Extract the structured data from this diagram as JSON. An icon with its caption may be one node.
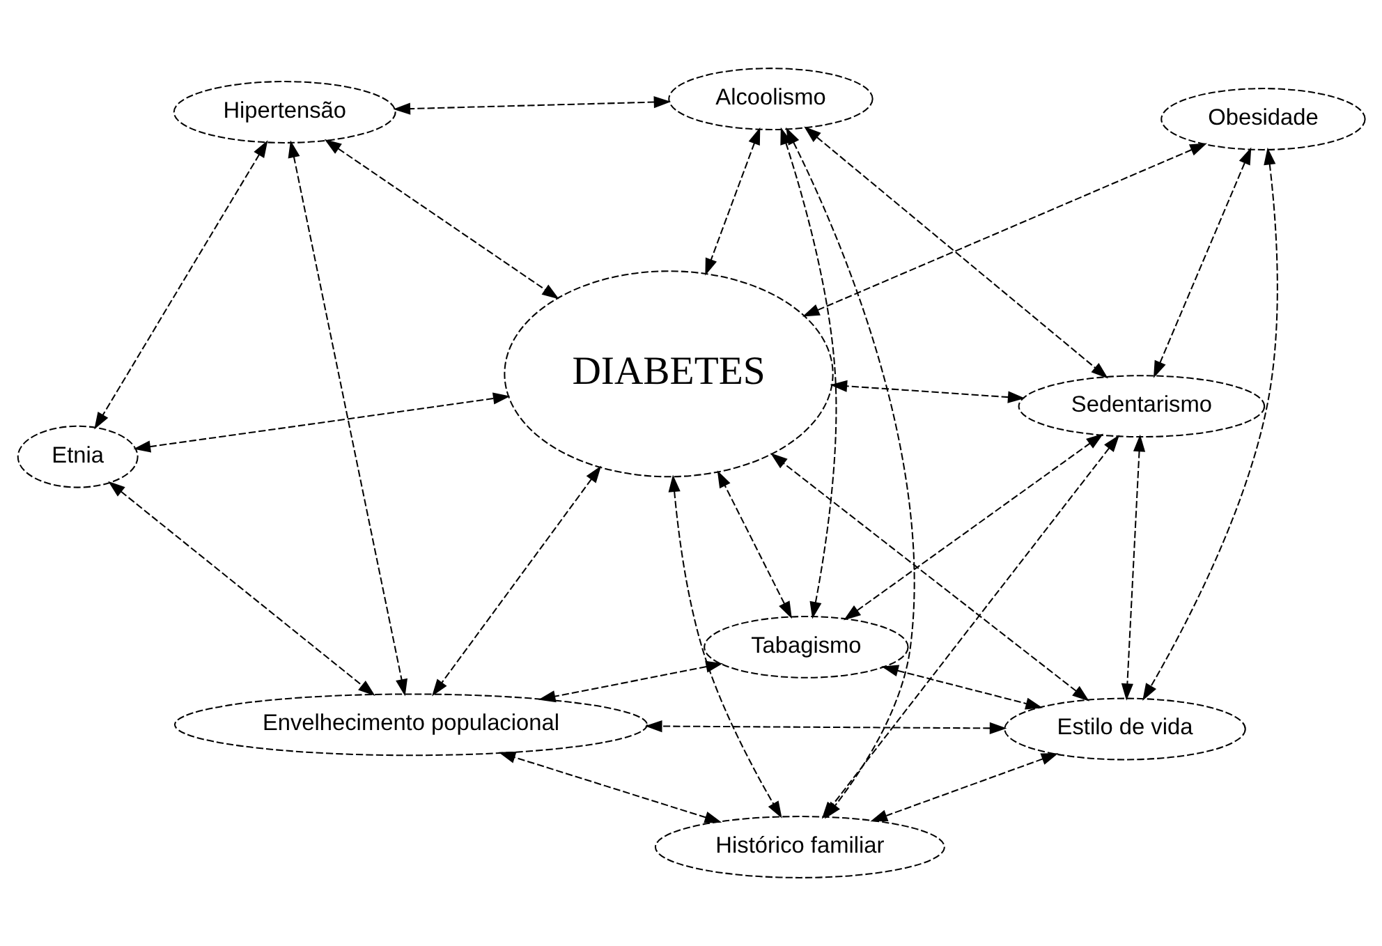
{
  "diagram": {
    "nodes": [
      {
        "text": [
          "Tabagismo"
        ]
      },
      {
        "text": [
          "Alcoolismo"
        ]
      },
      {
        "text": [
          "Sedentarismo"
        ]
      },
      {
        "text": [
          "Hipertensão"
        ]
      },
      {
        "text": [
          "Obesidade"
        ]
      },
      {
        "text": [
          "DIABETES"
        ]
      },
      {
        "text": [
          "Etnia"
        ]
      },
      {
        "text": [
          "Estilo de vida"
        ]
      },
      {
        "text": [
          "Envelhecimento populacional"
        ]
      },
      {
        "text": [
          "Histórico familiar"
        ]
      }
    ],
    "edges": [
      {
        "from": 0,
        "to": 2,
        "arrow": "both",
        "style": "dashed"
      },
      {
        "from": 0,
        "to": 1,
        "arrow": "both",
        "style": "dashed"
      },
      {
        "from": 0,
        "to": 5,
        "arrow": "both",
        "style": "dashed"
      },
      {
        "from": 0,
        "to": 8,
        "arrow": "both",
        "style": "dashed"
      },
      {
        "from": 0,
        "to": 7,
        "arrow": "both",
        "style": "dashed"
      },
      {
        "from": 1,
        "to": 2,
        "arrow": "both",
        "style": "dashed"
      },
      {
        "from": 1,
        "to": 5,
        "arrow": "both",
        "style": "dashed"
      },
      {
        "from": 1,
        "to": 3,
        "arrow": "both",
        "style": "dashed"
      },
      {
        "from": 1,
        "to": 9,
        "arrow": "both",
        "style": "dashed"
      },
      {
        "from": 2,
        "to": 5,
        "arrow": "both",
        "style": "dashed"
      },
      {
        "from": 2,
        "to": 4,
        "arrow": "both",
        "style": "dashed"
      },
      {
        "from": 2,
        "to": 7,
        "arrow": "both",
        "style": "dashed"
      },
      {
        "from": 2,
        "to": 9,
        "arrow": "both",
        "style": "dashed"
      },
      {
        "from": 3,
        "to": 5,
        "arrow": "both",
        "style": "dashed"
      },
      {
        "from": 3,
        "to": 6,
        "arrow": "both",
        "style": "dashed"
      },
      {
        "from": 3,
        "to": 8,
        "arrow": "both",
        "style": "dashed"
      },
      {
        "from": 4,
        "to": 5,
        "arrow": "both",
        "style": "dashed"
      },
      {
        "from": 4,
        "to": 7,
        "arrow": "both",
        "style": "dashed"
      },
      {
        "from": 6,
        "to": 5,
        "arrow": "both",
        "style": "dashed"
      },
      {
        "from": 6,
        "to": 8,
        "arrow": "both",
        "style": "dashed"
      },
      {
        "from": 7,
        "to": 5,
        "arrow": "both",
        "style": "dashed"
      },
      {
        "from": 7,
        "to": 8,
        "arrow": "both",
        "style": "dashed"
      },
      {
        "from": 7,
        "to": 9,
        "arrow": "both",
        "style": "dashed"
      },
      {
        "from": 5,
        "to": 8,
        "arrow": "both",
        "style": "dashed"
      },
      {
        "from": 5,
        "to": 9,
        "arrow": "both",
        "style": "dashed"
      },
      {
        "from": 9,
        "to": 8,
        "arrow": "both",
        "style": "dashed"
      }
    ]
  }
}
